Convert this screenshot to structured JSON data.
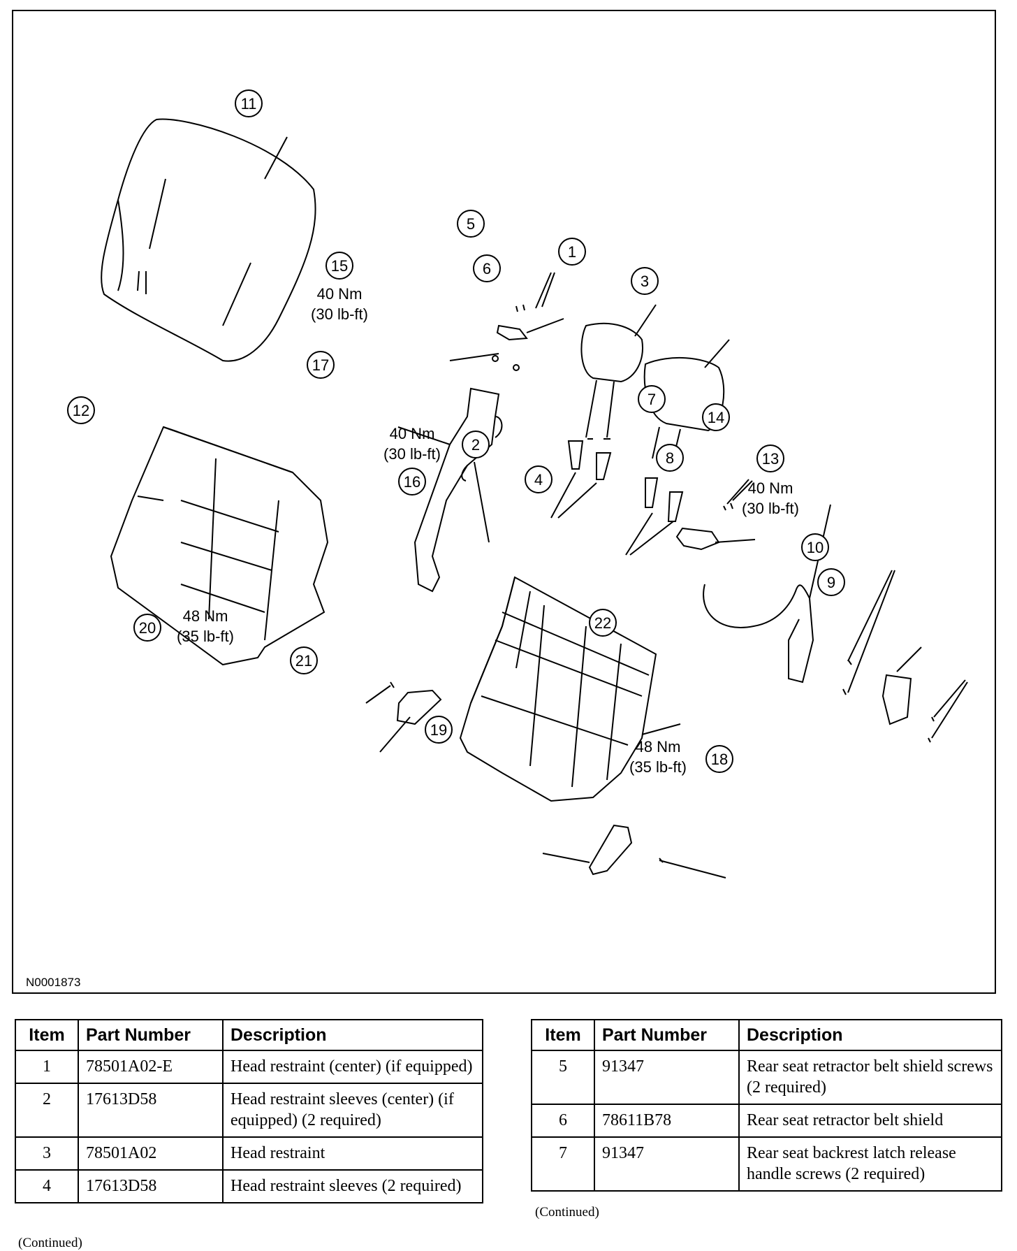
{
  "figure_id": "N0001873",
  "callouts": [
    "1",
    "2",
    "3",
    "4",
    "5",
    "6",
    "7",
    "8",
    "9",
    "10",
    "11",
    "12",
    "13",
    "14",
    "15",
    "16",
    "17",
    "18",
    "19",
    "20",
    "21",
    "22"
  ],
  "torque_labels": {
    "t15": [
      "40 Nm",
      "(30 lb-ft)"
    ],
    "t16": [
      "40 Nm",
      "(30 lb-ft)"
    ],
    "t13": [
      "40 Nm",
      "(30 lb-ft)"
    ],
    "t20": [
      "48 Nm",
      "(35 lb-ft)"
    ],
    "t18": [
      "48 Nm",
      "(35 lb-ft)"
    ]
  },
  "table_headers": [
    "Item",
    "Part Number",
    "Description"
  ],
  "left_table": [
    {
      "item": "1",
      "part": "78501A02-E",
      "desc": "Head restraint (center) (if equipped)"
    },
    {
      "item": "2",
      "part": "17613D58",
      "desc": "Head restraint sleeves (center) (if equipped) (2 required)"
    },
    {
      "item": "3",
      "part": "78501A02",
      "desc": "Head restraint"
    },
    {
      "item": "4",
      "part": "17613D58",
      "desc": "Head restraint sleeves (2 required)"
    }
  ],
  "right_table": [
    {
      "item": "5",
      "part": "91347",
      "desc": "Rear seat retractor belt shield screws (2 required)"
    },
    {
      "item": "6",
      "part": "78611B78",
      "desc": "Rear seat retractor belt shield"
    },
    {
      "item": "7",
      "part": "91347",
      "desc": "Rear seat backrest latch release handle screws (2 required)"
    }
  ],
  "continued_label": "(Continued)"
}
